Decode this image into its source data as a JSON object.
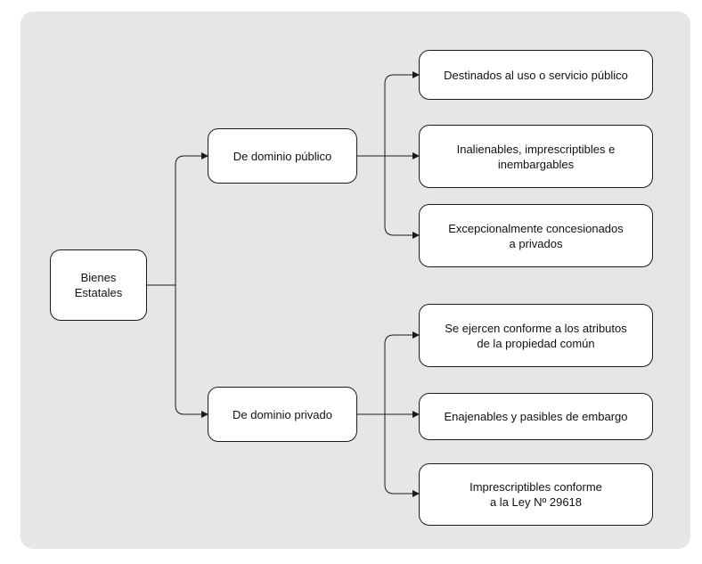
{
  "diagram": {
    "root": {
      "label": "Bienes\nEstatales"
    },
    "branches": [
      {
        "label": "De dominio público",
        "children": [
          {
            "label": "Destinados al uso o servicio público"
          },
          {
            "label": "Inalienables, imprescriptibles e\ninembargables"
          },
          {
            "label": "Excepcionalmente concesionados\na privados"
          }
        ]
      },
      {
        "label": "De dominio privado",
        "children": [
          {
            "label": "Se ejercen conforme a los atributos\nde la propiedad común"
          },
          {
            "label": "Enajenables y pasibles de embargo"
          },
          {
            "label": "Imprescriptibles conforme\na la Ley Nº 29618"
          }
        ]
      }
    ]
  },
  "colors": {
    "panel": "#e6e6e6",
    "box_fill": "#ffffff",
    "stroke": "#1a1a1a",
    "text": "#111111"
  }
}
